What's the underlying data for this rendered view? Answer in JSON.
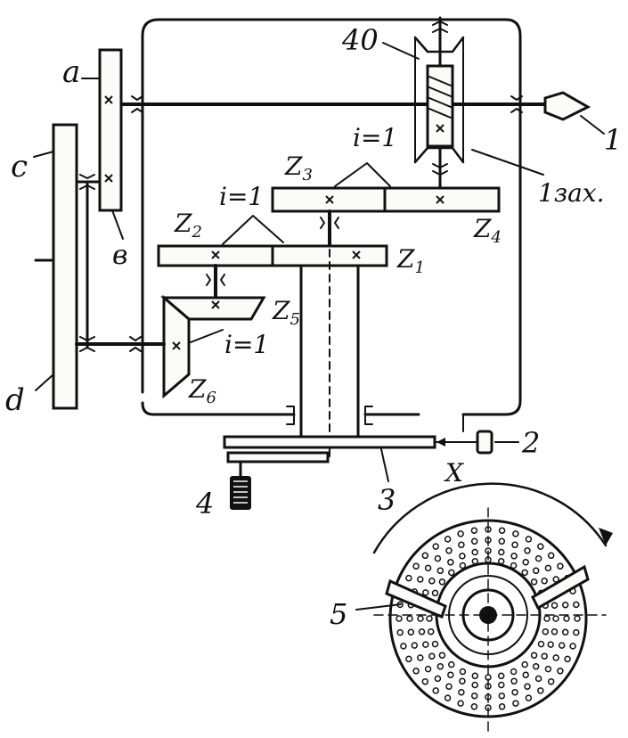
{
  "labels": {
    "a": "a",
    "b": "в",
    "c": "c",
    "d": "d",
    "n40": "40",
    "n1": "1",
    "zax": "1зах.",
    "z1": "Z",
    "z1s": "1",
    "z2": "Z",
    "z2s": "2",
    "z3": "Z",
    "z3s": "3",
    "z4": "Z",
    "z4s": "4",
    "z5": "Z",
    "z5s": "5",
    "z6": "Z",
    "z6s": "6",
    "ratio": "i=1",
    "n2": "2",
    "n3": "3",
    "n4": "4",
    "n5": "5",
    "x": "X"
  },
  "colors": {
    "ink": "#111111",
    "paper": "#ffffff"
  }
}
